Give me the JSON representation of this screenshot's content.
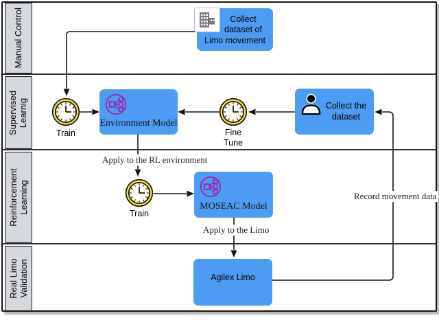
{
  "colors": {
    "box_blue": "#4d9bf2",
    "lane_bg": "#d5d8dc",
    "timer_fill": "#ffe23e",
    "purple": "#9c27b0",
    "line": "#141414"
  },
  "lanes": [
    {
      "lines": [
        "Manual Control"
      ]
    },
    {
      "lines": [
        "Supervised",
        "Learnig"
      ]
    },
    {
      "lines": [
        "Reinforcement",
        "Learning"
      ]
    },
    {
      "lines": [
        "Real Limo",
        "Validation"
      ]
    }
  ],
  "nodes": {
    "collect_limo": {
      "lines": [
        "Collect",
        "dataset of",
        "Limo movement"
      ]
    },
    "environment_model": {
      "label": "Environment Model"
    },
    "collect_dataset": {
      "lines": [
        "Collect the",
        "dataset"
      ]
    },
    "moseac_model": {
      "label": "MOSEAC Model"
    },
    "agilex_limo": {
      "label": "Agilex Limo"
    },
    "train_supervised": {
      "label": "Train"
    },
    "fine_tune": {
      "lines": [
        "Fine",
        "Tune"
      ]
    },
    "train_rl": {
      "label": "Train"
    }
  },
  "edge_labels": {
    "apply_rl": "Apply to the RL environment",
    "apply_limo": "Apply to the Limo",
    "record_data": "Record movement data"
  }
}
